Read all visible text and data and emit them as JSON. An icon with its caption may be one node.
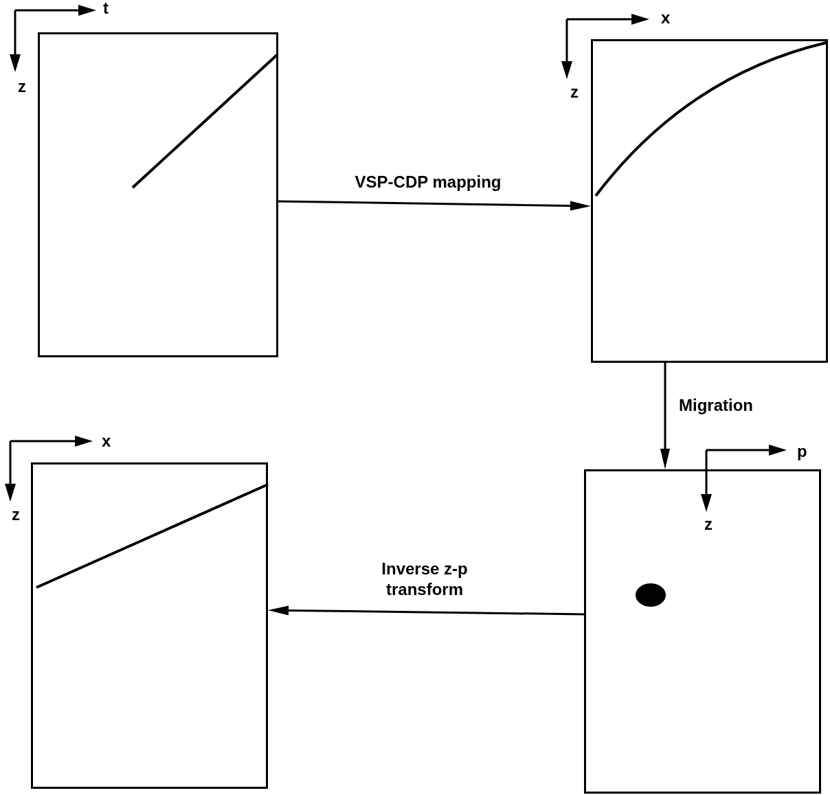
{
  "diagram": {
    "nodes": [
      {
        "text": [
          "t",
          "z"
        ]
      },
      {
        "text": [
          "x",
          "z"
        ]
      },
      {
        "text": [
          "x",
          "z"
        ]
      },
      {
        "text": [
          "p",
          "z"
        ]
      }
    ],
    "edges": [
      {
        "from": 0,
        "to": 1,
        "arrow": "to",
        "label": "VSP-CDP mapping"
      },
      {
        "from": 1,
        "to": 3,
        "arrow": "to",
        "label": "Migration"
      },
      {
        "from": 3,
        "to": 2,
        "arrow": "to",
        "label": "Inverse z-p transform"
      }
    ]
  }
}
